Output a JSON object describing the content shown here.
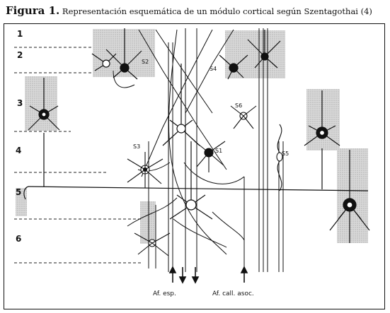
{
  "caption": {
    "figure_number": "Figura 1.",
    "text": "Representación esquemática de un módulo cortical según Szentagothai (4)"
  },
  "layers": [
    "1",
    "2",
    "3",
    "4",
    "5",
    "6"
  ],
  "cells": {
    "s2": "S2",
    "s3": "S3",
    "s4": "S4",
    "s5": "S5",
    "s6": "S6",
    "s1": "S1"
  },
  "afferents": {
    "specific": "Af. esp.",
    "callosal": "Af. call. asoc."
  },
  "colors": {
    "stipple": "#d6d6d6",
    "ink": "#111111"
  }
}
